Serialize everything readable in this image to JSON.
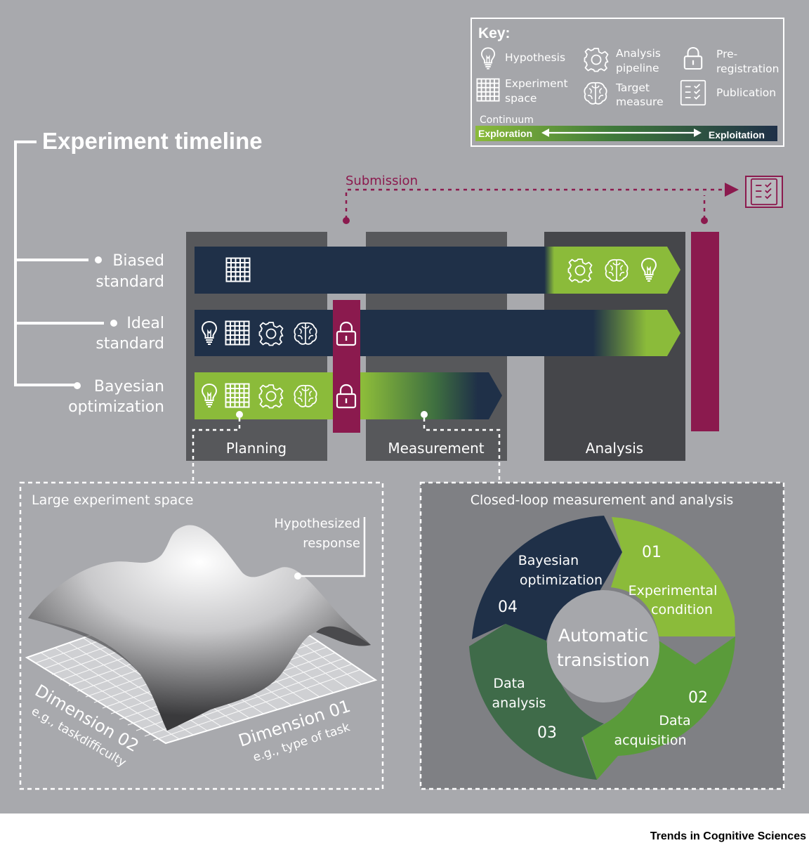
{
  "key": {
    "title": "Key:",
    "hypothesis": "Hypothesis",
    "experiment_space": [
      "Experiment",
      "space"
    ],
    "analysis_pipeline": [
      "Analysis",
      "pipeline"
    ],
    "target_measure": [
      "Target",
      "measure"
    ],
    "preregistration": [
      "Pre-",
      "registration"
    ],
    "publication": "Publication",
    "continuum_label": "Continuum",
    "exploration": "Exploration",
    "exploitation": "Exploitation"
  },
  "timeline": {
    "title": "Experiment timeline",
    "submission": "Submission",
    "rows": [
      {
        "lines": [
          "Biased",
          "standard"
        ]
      },
      {
        "lines": [
          "Ideal",
          "standard"
        ]
      },
      {
        "lines": [
          "Bayesian",
          "optimization"
        ]
      }
    ],
    "phases": [
      "Planning",
      "Measurement",
      "Analysis"
    ]
  },
  "experiment_space_panel": {
    "title": "Large experiment space",
    "response_label": [
      "Hypothesized",
      "response"
    ],
    "dim01": "Dimension 01",
    "dim01_example": "e.g., type of task",
    "dim02": "Dimension 02",
    "dim02_example": "e.g., taskdifficulty"
  },
  "loop_panel": {
    "title": "Closed-loop measurement and analysis",
    "center": [
      "Automatic",
      "transistion"
    ],
    "steps": [
      {
        "number": "01",
        "label": [
          "Experimental",
          "condition"
        ]
      },
      {
        "number": "02",
        "label": [
          "Data",
          "acquisition"
        ]
      },
      {
        "number": "03",
        "label": [
          "Data",
          "analysis"
        ]
      },
      {
        "number": "04",
        "label": [
          "Bayesian",
          "optimization"
        ]
      }
    ]
  },
  "footer": "Trends in Cognitive Sciences",
  "colors": {
    "background": "#a8a9ad",
    "navy": "#1f3048",
    "green": "#8bbb3a",
    "magenta": "#8b1a4e",
    "phase_column": "#57585b",
    "analysis_column": "#45464a"
  }
}
